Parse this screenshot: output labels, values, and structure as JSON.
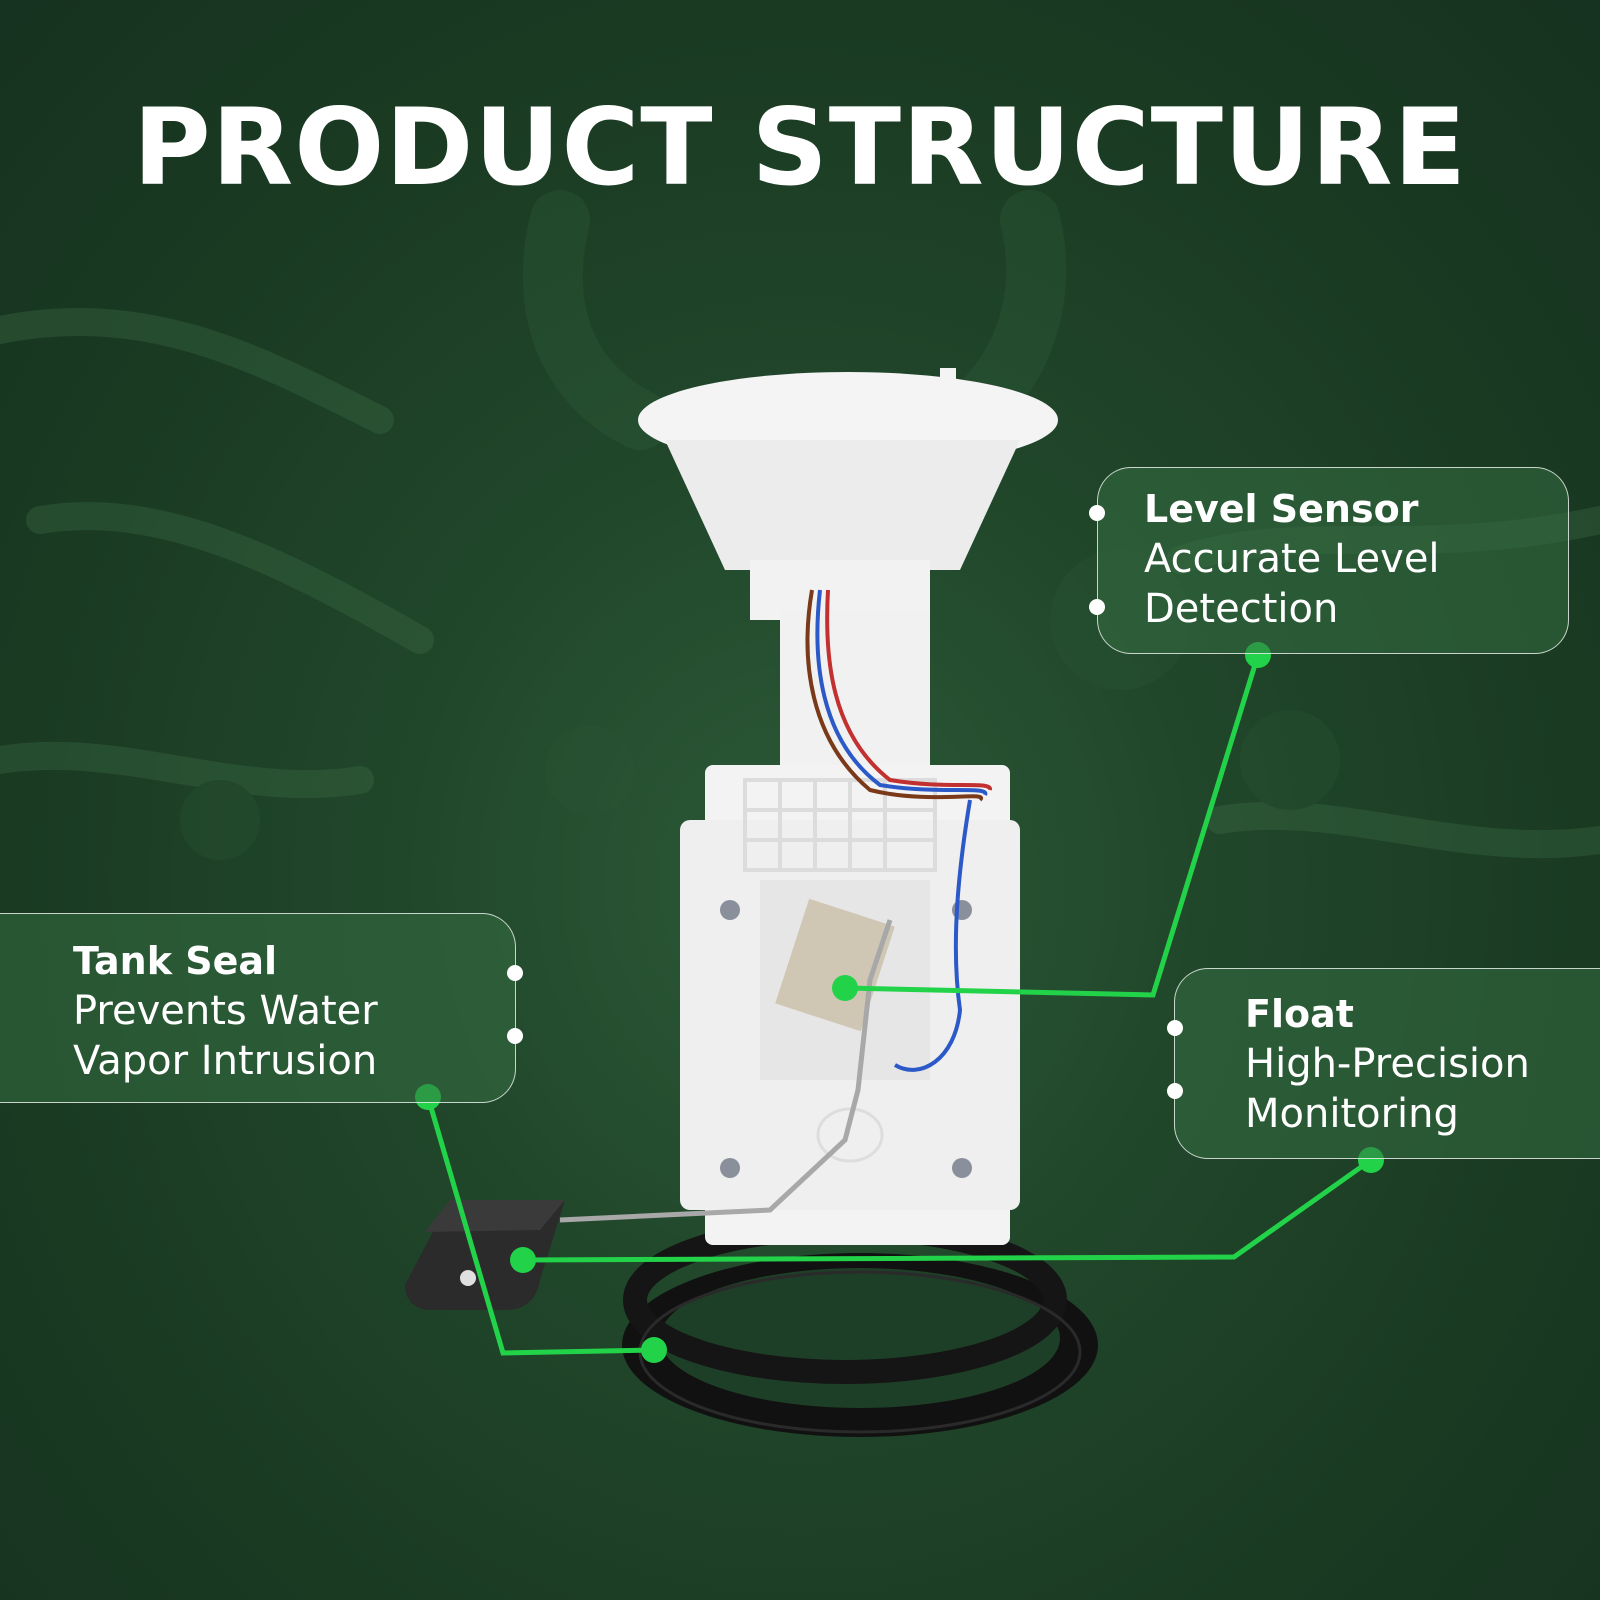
{
  "title": "PRODUCT STRUCTURE",
  "callouts": {
    "level_sensor": {
      "heading": "Level Sensor",
      "description": "Accurate Level\nDetection"
    },
    "tank_seal": {
      "heading": "Tank Seal",
      "description": "Prevents Water\nVapor Intrusion"
    },
    "float": {
      "heading": "Float",
      "description": "High-Precision\nMonitoring"
    }
  },
  "colors": {
    "background": "#1a3a22",
    "accent_line": "#22d34a",
    "callout_border": "#ffffff",
    "text": "#ffffff"
  }
}
